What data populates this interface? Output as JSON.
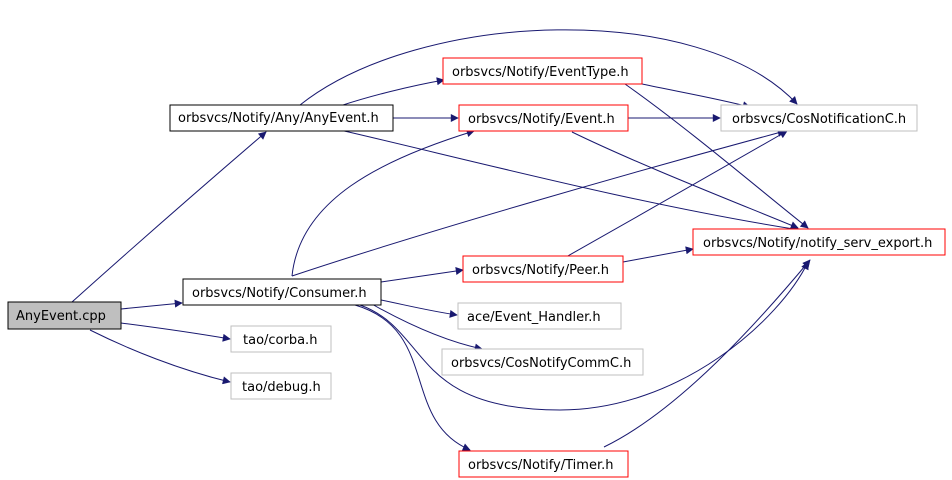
{
  "colors": {
    "edge": "#191970",
    "root_fill": "#bfbfbf",
    "documented_border": "#000000",
    "incomplete_border": "#ff0000",
    "external_border": "#bfbfbf"
  },
  "nodes": {
    "anyevent_cpp": "AnyEvent.cpp",
    "any_anyevent_h": "orbsvcs/Notify/Any/AnyEvent.h",
    "consumer_h": "orbsvcs/Notify/Consumer.h",
    "tao_corba_h": "tao/corba.h",
    "tao_debug_h": "tao/debug.h",
    "eventtype_h": "orbsvcs/Notify/EventType.h",
    "event_h": "orbsvcs/Notify/Event.h",
    "cosnotificationc_h": "orbsvcs/CosNotificationC.h",
    "notify_serv_export_h": "orbsvcs/Notify/notify_serv_export.h",
    "peer_h": "orbsvcs/Notify/Peer.h",
    "ace_event_handler_h": "ace/Event_Handler.h",
    "cosnotifycommc_h": "orbsvcs/CosNotifyCommC.h",
    "timer_h": "orbsvcs/Notify/Timer.h"
  }
}
